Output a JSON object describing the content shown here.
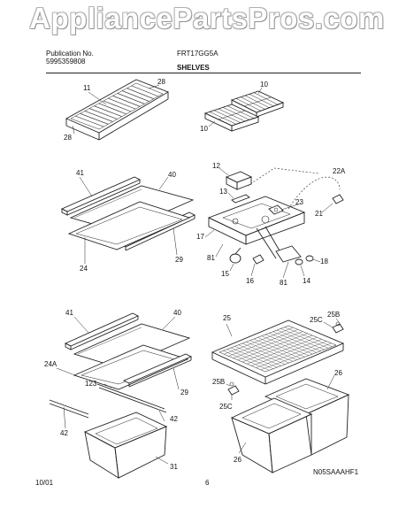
{
  "watermark": "AppliancePartsPros.com",
  "header": {
    "publication_label": "Publication No.",
    "publication_number": "5995359808",
    "model": "FRT17GG5A",
    "section": "SHELVES"
  },
  "callouts": {
    "wire_shelf": "11",
    "wire_shelf_end_a": "28",
    "wire_shelf_end_b": "28",
    "ice_tray_a": "10",
    "ice_tray_b": "10",
    "glass_41_top": "41",
    "glass_40_top": "40",
    "frame_24": "24",
    "trim_29_top": "29",
    "bin_12": "12",
    "part_13": "13",
    "part_17": "17",
    "part_81_a": "81",
    "part_15": "15",
    "part_16": "16",
    "part_81_b": "81",
    "part_14": "14",
    "part_18": "18",
    "part_21": "21",
    "part_22a": "22A",
    "part_23": "23",
    "glass_41_bottom": "41",
    "glass_40_bottom": "40",
    "frame_24a": "24A",
    "part_123": "123",
    "trim_29_bottom": "29",
    "part_42_a": "42",
    "part_42_b": "42",
    "drawer_31": "31",
    "cover_25": "25",
    "part_25c_top": "25C",
    "part_25b_top": "25B",
    "part_25b_bottom": "25B",
    "part_25c_bottom": "25C",
    "crisper_26_a": "26",
    "crisper_26_b": "26"
  },
  "footer": {
    "date": "10/01",
    "page": "6",
    "code": "N05SAAAHF1"
  }
}
